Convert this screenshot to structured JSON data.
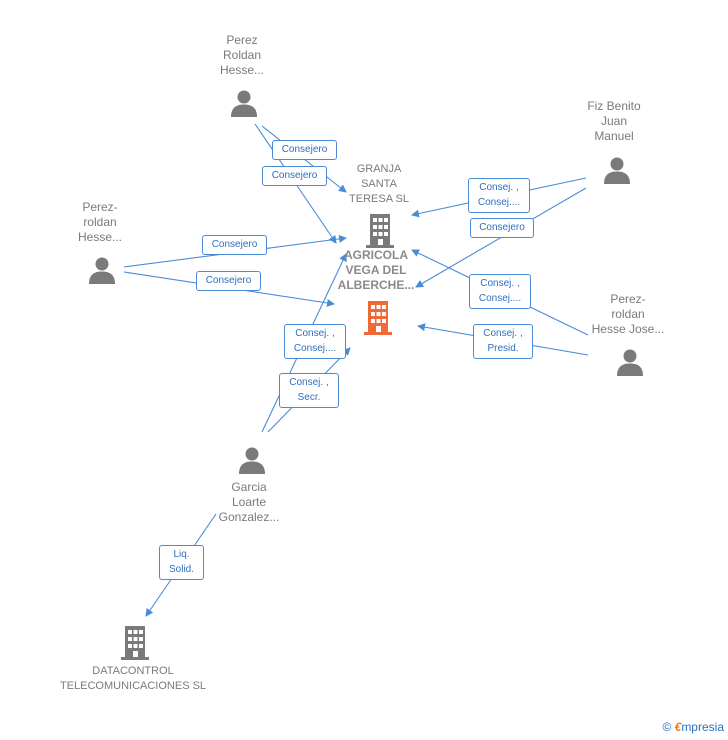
{
  "nodes": {
    "center_company": {
      "label": "AGRICOLA VEGA DEL ALBERCHE...",
      "lines": [
        "AGRICOLA",
        "VEGA DEL",
        "ALBERCHE..."
      ]
    },
    "granja": {
      "lines": [
        "GRANJA",
        "SANTA",
        "TERESA  SL"
      ]
    },
    "perez_roldan_top": {
      "lines": [
        "Perez",
        "Roldan",
        "Hesse..."
      ]
    },
    "fiz_benito": {
      "lines": [
        "Fiz Benito",
        "Juan",
        "Manuel"
      ]
    },
    "perez_roldan_left": {
      "lines": [
        "Perez-",
        "roldan",
        "Hesse..."
      ]
    },
    "perez_roldan_right": {
      "lines": [
        "Perez-",
        "roldan",
        "Hesse Jose..."
      ]
    },
    "garcia_loarte": {
      "lines": [
        "Garcia",
        "Loarte",
        "Gonzalez..."
      ]
    },
    "datacontrol": {
      "lines": [
        "DATACONTROL",
        "TELECOMUNICACIONES SL"
      ]
    }
  },
  "edge_labels": {
    "consejero_1": [
      "Consejero"
    ],
    "consejero_2": [
      "Consejero"
    ],
    "consejero_3": [
      "Consejero"
    ],
    "consejero_4": [
      "Consejero"
    ],
    "consejero_5": [
      "Consejero"
    ],
    "consej_consej_1": [
      "Consej. ,",
      "Consej...."
    ],
    "consej_consej_2": [
      "Consej. ,",
      "Consej...."
    ],
    "consej_consej_3": [
      "Consej. ,",
      "Consej...."
    ],
    "consej_presid": [
      "Consej. ,",
      "Presid."
    ],
    "consej_secr": [
      "Consej. ,",
      "Secr."
    ],
    "liq_solid": [
      "Liq.",
      "Solid."
    ]
  },
  "brand": {
    "copyright": "©",
    "e": "€",
    "rest": "mpresia"
  },
  "colors": {
    "edge": "#4a8bd8",
    "node_gray": "#7a7a7a",
    "highlight": "#f06a35"
  }
}
